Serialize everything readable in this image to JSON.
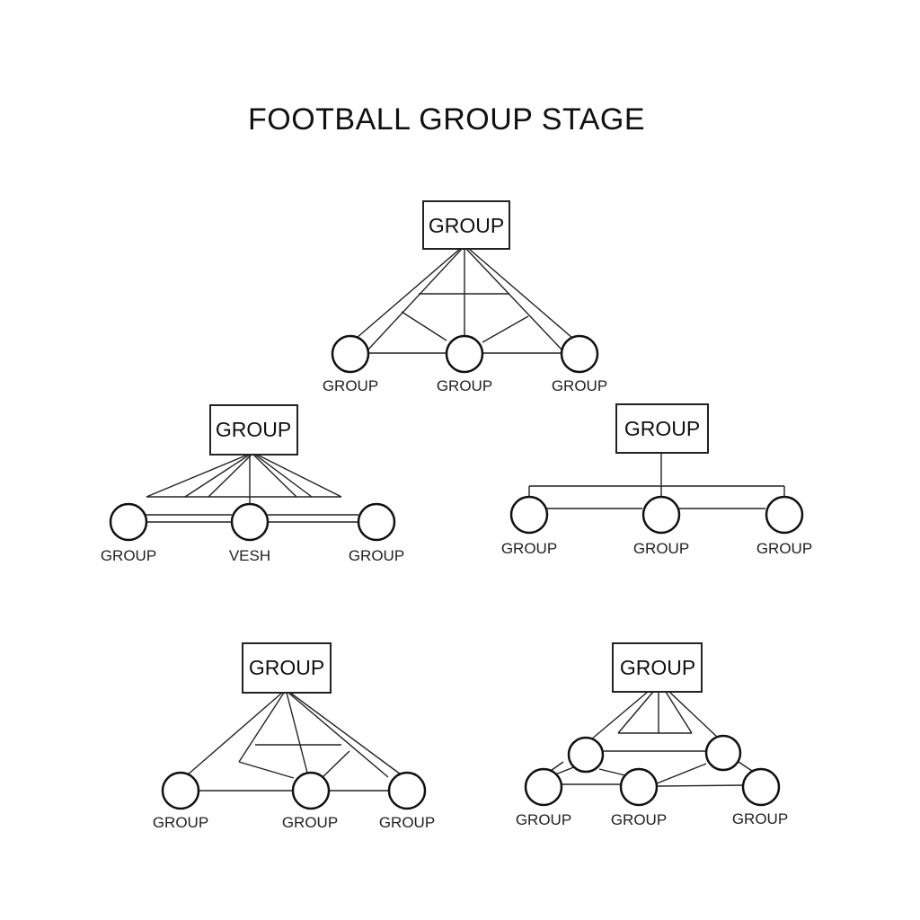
{
  "title": "FOOTBALL GROUP STAGE",
  "groups": [
    {
      "box_label": "GROUP",
      "nodes": [
        "GROUP",
        "GROUP",
        "GROUP"
      ]
    },
    {
      "box_label": "GROUP",
      "nodes": [
        "GROUP",
        "VESH",
        "GROUP"
      ]
    },
    {
      "box_label": "GROUP",
      "nodes": [
        "GROUP",
        "GROUP",
        "GROUP"
      ]
    },
    {
      "box_label": "GROUP",
      "nodes": [
        "GROUP",
        "GROUP",
        "GROUP"
      ]
    },
    {
      "box_label": "GROUP",
      "nodes": [
        "GROUP",
        "GROUP",
        "GROUP"
      ]
    }
  ]
}
